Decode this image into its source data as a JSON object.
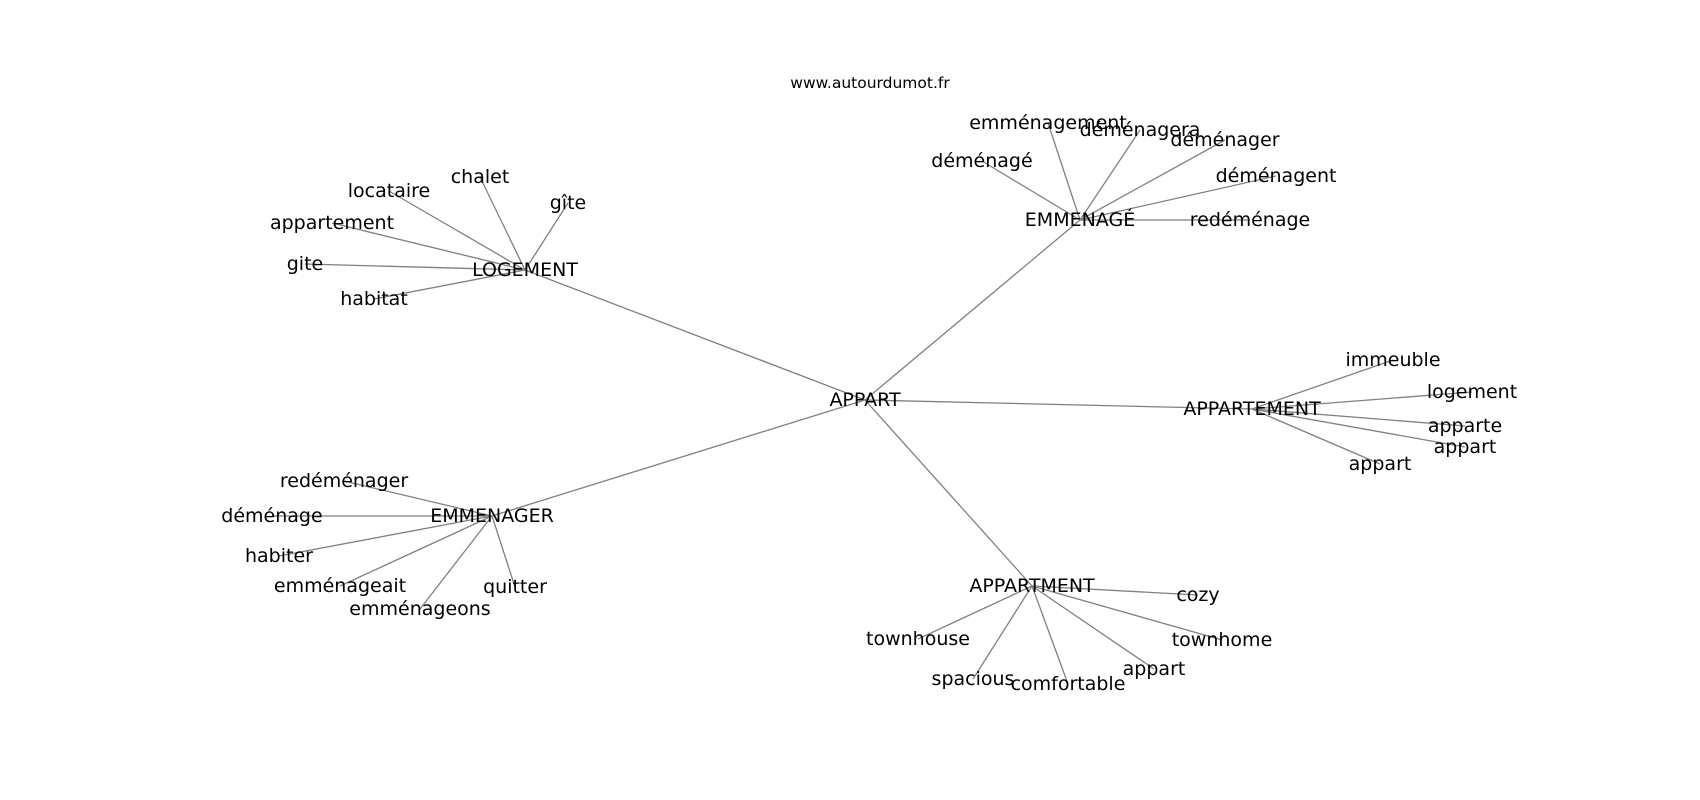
{
  "source": "www.autourdumot.fr",
  "graph": {
    "center": "APPART",
    "groups": [
      {
        "hub": "LOGEMENT",
        "leaves": [
          "chalet",
          "gîte",
          "locataire",
          "appartement",
          "gite",
          "habitat"
        ]
      },
      {
        "hub": "EMMENAGÉ",
        "leaves": [
          "emménagement",
          "déménagera",
          "déménager",
          "déménagé",
          "déménagent",
          "redéménage"
        ]
      },
      {
        "hub": "APPARTEMENT",
        "leaves": [
          "immeuble",
          "logement",
          "apparte",
          "appart",
          "appart"
        ]
      },
      {
        "hub": "EMMENAGER",
        "leaves": [
          "redéménager",
          "déménage",
          "habiter",
          "emménageait",
          "emménageons",
          "quitter"
        ]
      },
      {
        "hub": "APPARTMENT",
        "leaves": [
          "cozy",
          "townhouse",
          "townhome",
          "appart",
          "spacious",
          "comfortable"
        ]
      }
    ]
  }
}
